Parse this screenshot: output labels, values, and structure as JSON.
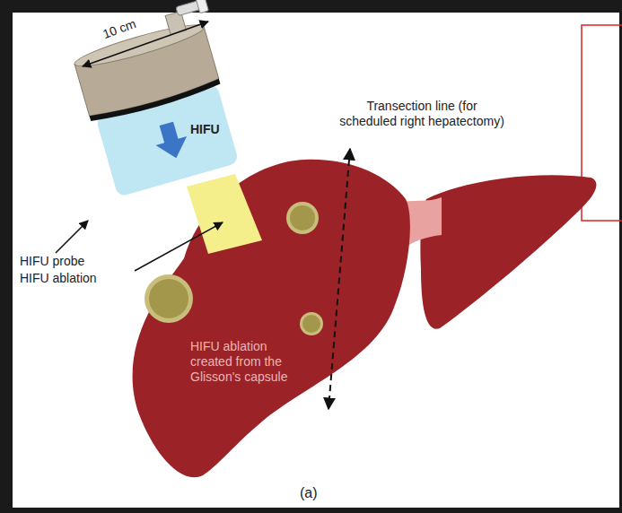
{
  "diagram": {
    "caption": "(a)",
    "labels": [
      "10 cm",
      "HIFU",
      "HIFU probe",
      "HIFU ablation",
      "Transection line (for scheduled right hepatectomy)",
      "HIFU ablation created from the Glisson's capsule"
    ]
  }
}
